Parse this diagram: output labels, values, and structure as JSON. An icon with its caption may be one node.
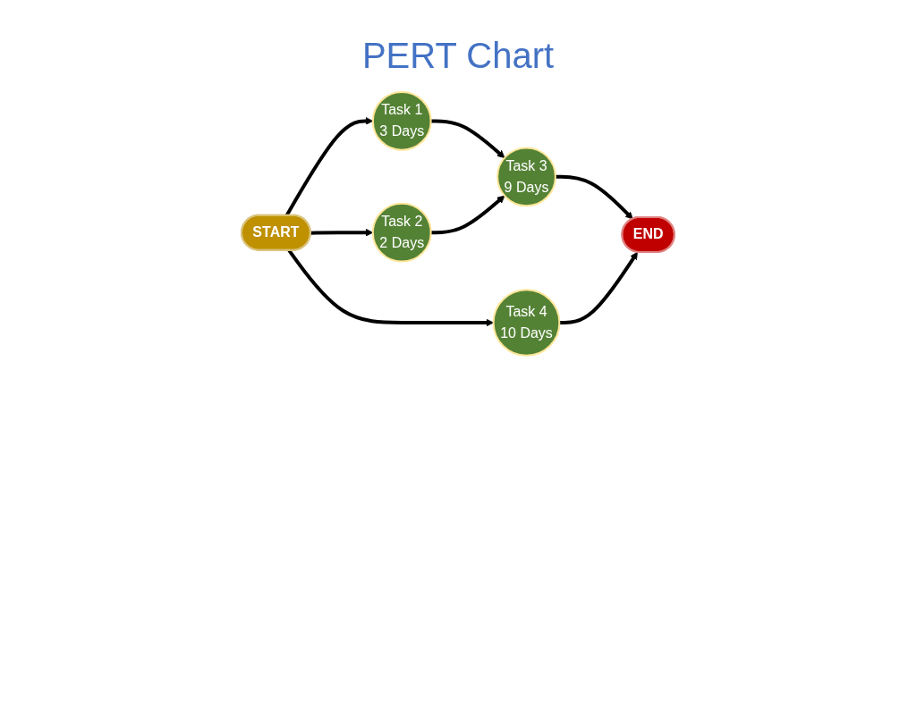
{
  "diagram": {
    "title": "PERT Chart",
    "nodes": [
      {
        "text": [
          "START"
        ]
      },
      {
        "text": [
          "Task 1 3 Days"
        ]
      },
      {
        "text": [
          "Task 2 2 Days"
        ]
      },
      {
        "text": [
          "Task 3 9 Days"
        ]
      },
      {
        "text": [
          "Task 4 10 Days"
        ]
      },
      {
        "text": [
          "END"
        ]
      }
    ],
    "edges": [
      {
        "from": 0,
        "to": 1,
        "arrow": "to"
      },
      {
        "from": 0,
        "to": 2,
        "arrow": "to"
      },
      {
        "from": 0,
        "to": 4,
        "arrow": "to"
      },
      {
        "from": 1,
        "to": 3,
        "arrow": "to"
      },
      {
        "from": 2,
        "to": 3,
        "arrow": "to"
      },
      {
        "from": 3,
        "to": 5,
        "arrow": "to"
      },
      {
        "from": 4,
        "to": 5,
        "arrow": "to"
      }
    ]
  }
}
